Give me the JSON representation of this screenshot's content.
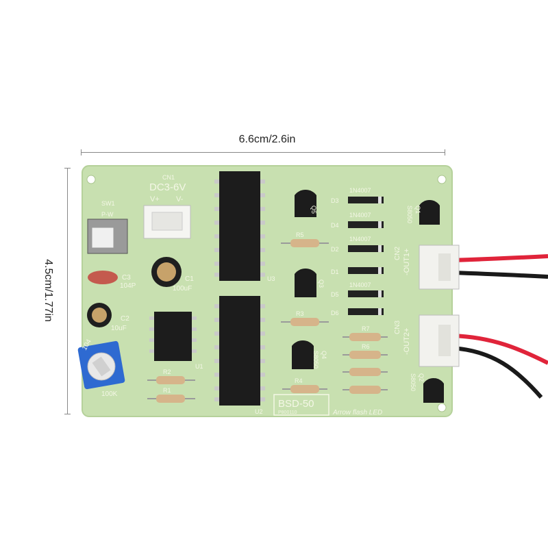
{
  "dimensions": {
    "width": "6.6cm/2.6in",
    "height": "4.5cm/1.77in"
  },
  "board": {
    "title": "BSD-50",
    "code": "P800110",
    "subtitle": "Arrow flash LED",
    "silkscreen": {
      "cn1": "CN1",
      "dc": "DC3-6V",
      "vplus": "V+",
      "vminus": "V-",
      "sw1": "SW1",
      "pw": "P-W",
      "c3": "C3",
      "c3v": "104P",
      "c1": "C1",
      "c1v": "100uF",
      "c2": "C2",
      "c2v": "10uF",
      "pot": "104",
      "pot_r": "100K",
      "u1": "U1",
      "u2": "U2",
      "u3": "U3",
      "r1": "R1",
      "r2": "R2",
      "r3": "R3",
      "r4": "R4",
      "r5": "R5",
      "r6": "R6",
      "r7": "R7",
      "q1": "Q1",
      "q2": "Q2",
      "q3": "Q3",
      "q4": "Q4",
      "q5": "Q5",
      "d1": "D1",
      "d2": "D2",
      "d3": "D3",
      "d4": "D4",
      "d5": "D5",
      "d6": "D6",
      "diode": "1N4007",
      "q1_type": "S8050",
      "q2_type": "S8050",
      "q_right": "S8050",
      "cn2": "CN2",
      "out1": "-OUT1+",
      "cn3": "CN3",
      "out2": "-OUT2+"
    }
  },
  "colors": {
    "pcb": "#c8e0b0",
    "pcb_edge": "#b5d19a",
    "chip": "#1c1c1c",
    "wire_red": "#e0243a",
    "wire_black": "#1a1a1a"
  }
}
